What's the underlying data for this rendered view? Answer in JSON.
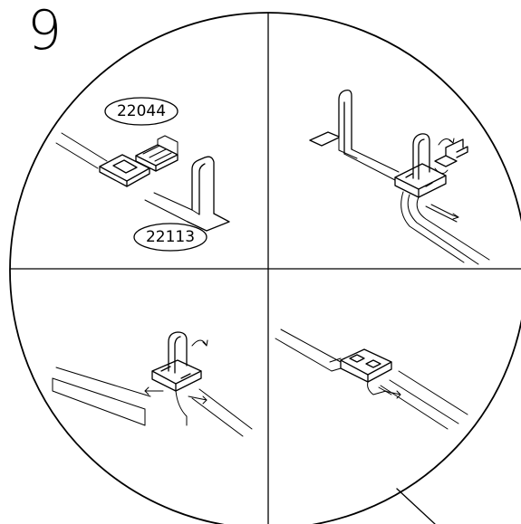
{
  "step": {
    "number": "9"
  },
  "parts": [
    {
      "part_number": "22044"
    },
    {
      "part_number": "22113"
    }
  ]
}
